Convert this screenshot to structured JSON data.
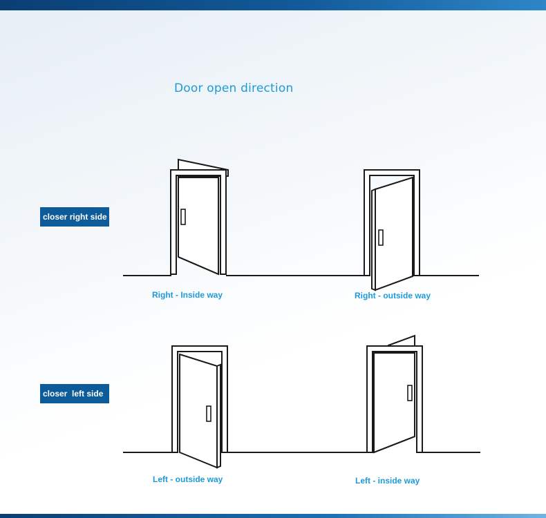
{
  "title": "Door open direction",
  "rows": [
    {
      "label": "closer right side",
      "doors": [
        {
          "caption": "Right - Inside way",
          "door_icon": "door-open-inward-icon"
        },
        {
          "caption": "Right - outside way",
          "door_icon": "door-open-outward-icon"
        }
      ]
    },
    {
      "label": "closer  left side",
      "doors": [
        {
          "caption": "Left - outside way",
          "door_icon": "door-open-outward-icon"
        },
        {
          "caption": "Left - inside way",
          "door_icon": "door-open-inward-icon"
        }
      ]
    }
  ],
  "colors": {
    "title_text": "#1e9ad9",
    "label_background": "#0d5c99",
    "label_text": "#ffffff",
    "caption_text": "#1e9ad9",
    "bar": "#0a3e73",
    "line": "#1a1a1a"
  }
}
